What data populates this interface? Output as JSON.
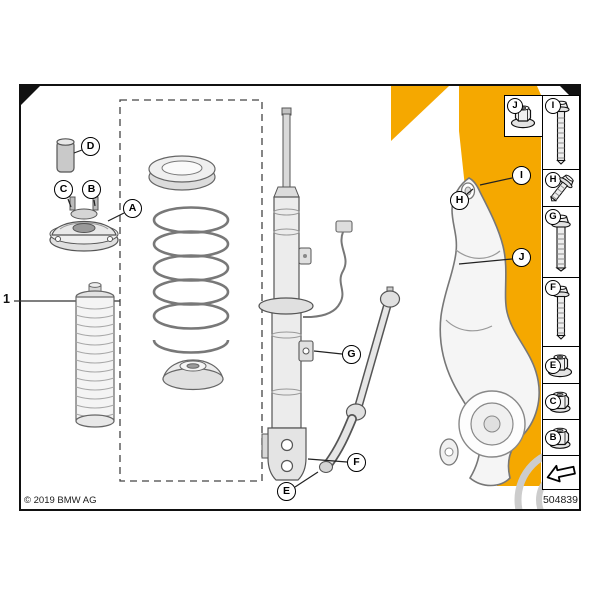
{
  "plate": {
    "copyright": "© 2019 BMW AG",
    "part_number": "504839",
    "item_number": "1"
  },
  "diagram_labels": {
    "A": "A",
    "B": "B",
    "C": "C",
    "D": "D",
    "E": "E",
    "F": "F",
    "G": "G",
    "H": "H",
    "I": "I",
    "J": "J"
  },
  "legend": {
    "items": [
      {
        "label": "J",
        "icon": "flange-nut"
      },
      {
        "label": "I",
        "icon": "long-bolt"
      },
      {
        "label": "H",
        "icon": "short-bolt"
      },
      {
        "label": "G",
        "icon": "flange-bolt"
      },
      {
        "label": "F",
        "icon": "bolt"
      },
      {
        "label": "E",
        "icon": "flange-nut"
      },
      {
        "label": "C",
        "icon": "hex-nut"
      },
      {
        "label": "B",
        "icon": "hex-nut"
      },
      {
        "label": "",
        "icon": "direction-arrow"
      }
    ]
  },
  "colors": {
    "watermark_orange": "#F5A800",
    "frame_black": "#111111",
    "part_line_gray": "#666666"
  }
}
